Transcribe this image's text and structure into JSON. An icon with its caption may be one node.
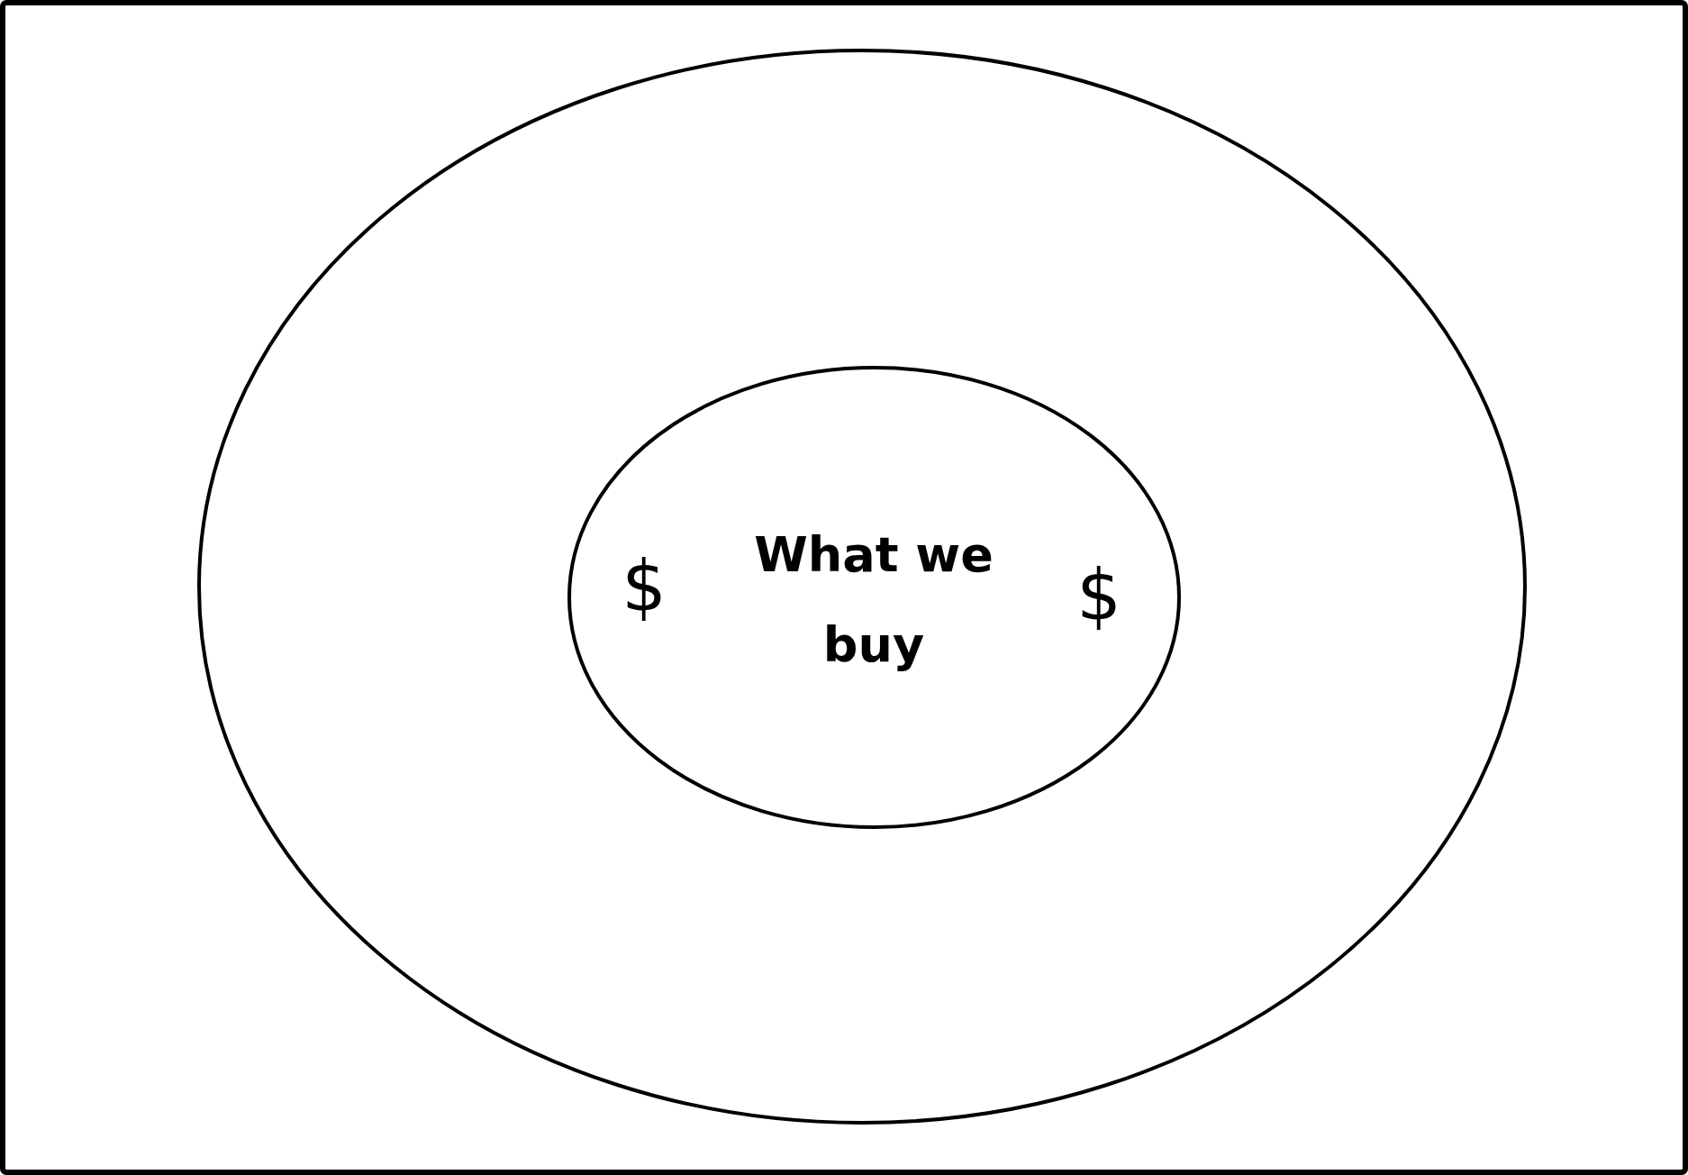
{
  "diagram": {
    "nodes": [
      {
        "text": [],
        "shape": "circle"
      },
      {
        "text": [
          "$",
          "What we buy",
          "$"
        ],
        "in": 0
      }
    ]
  }
}
